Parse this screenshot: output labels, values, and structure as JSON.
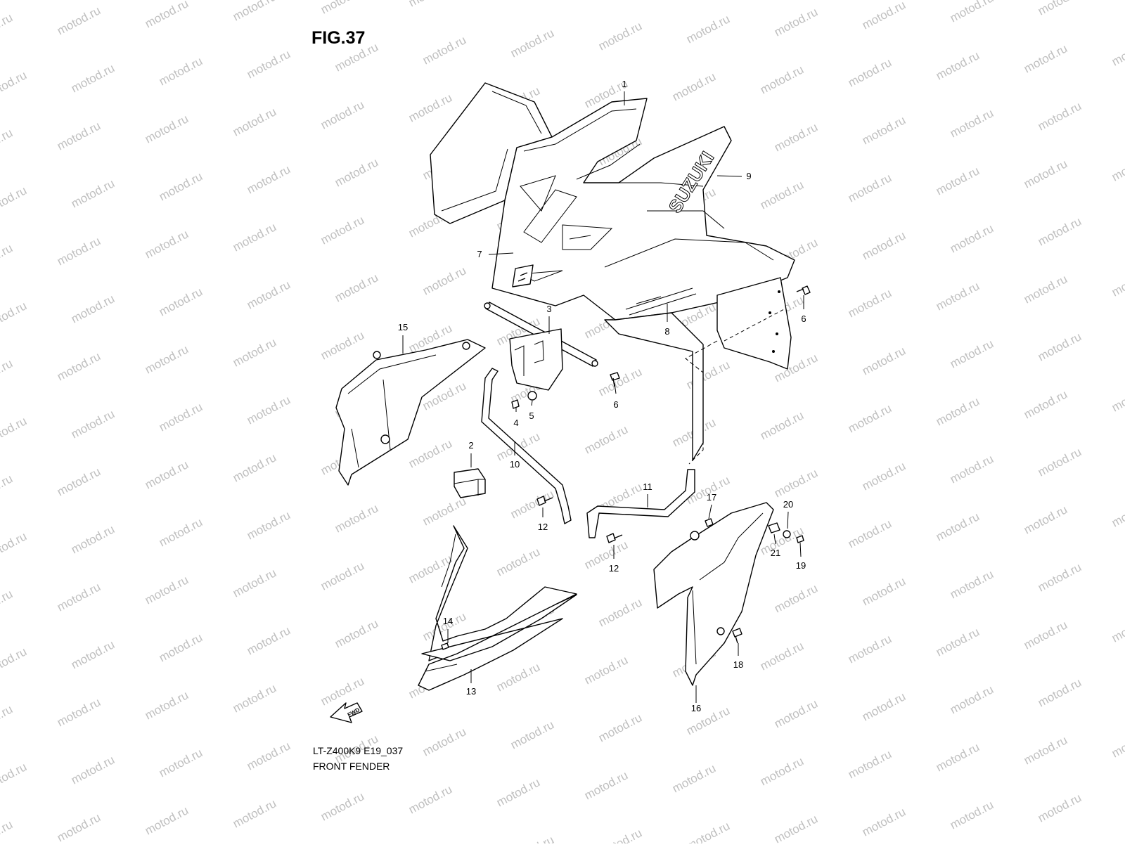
{
  "figure": {
    "title": "FIG.37",
    "model_code": "LT-Z400K9 E19_037",
    "section_name": "FRONT FENDER",
    "brand_text": "SUZUKI",
    "direction_label": "FWD",
    "watermark": "motod.ru",
    "callouts": [
      "1",
      "2",
      "3",
      "4",
      "5",
      "6",
      "6",
      "7",
      "8",
      "9",
      "10",
      "11",
      "12",
      "12",
      "13",
      "14",
      "15",
      "16",
      "17",
      "18",
      "19",
      "20",
      "21"
    ]
  }
}
